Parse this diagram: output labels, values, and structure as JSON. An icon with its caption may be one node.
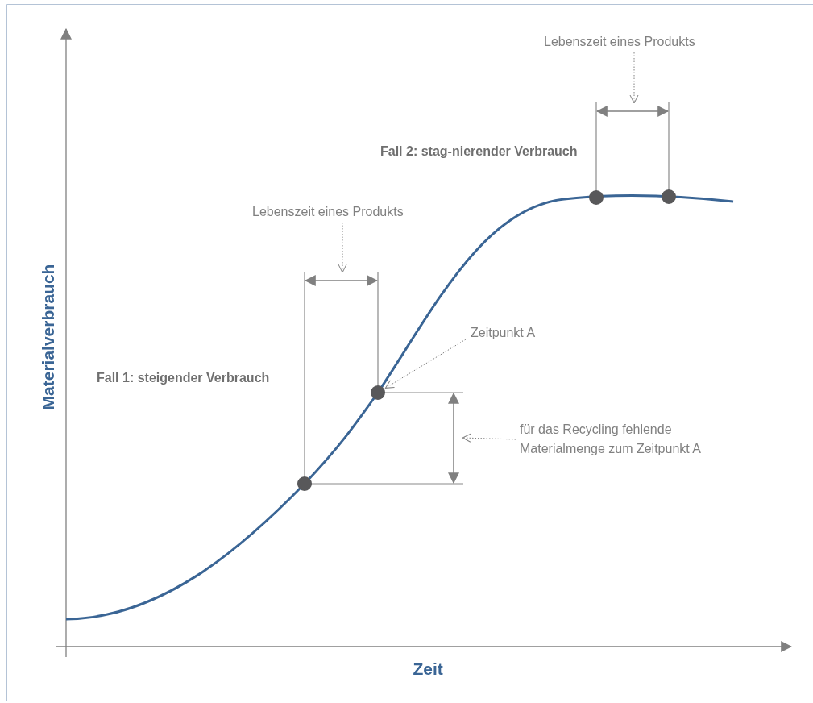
{
  "diagram": {
    "nodes": [
      {
        "text": [
          "Lebenszeit eines Produkts"
        ]
      },
      {
        "text": [
          "Lebenszeit eines Produkts"
        ]
      },
      {
        "text": [
          "Zeitpunkt A"
        ]
      },
      {
        "text": [
          "für das Recycling fehlende Materialmenge zum Zeitpunkt A"
        ]
      },
      {
        "text": [],
        "shape": "circle"
      },
      {
        "text": [],
        "shape": "circle"
      },
      {
        "text": [],
        "shape": "circle"
      },
      {
        "text": [],
        "shape": "circle"
      }
    ],
    "edges": [
      {
        "from": 0,
        "to": null,
        "arrow": "to",
        "style": "dashed"
      },
      {
        "from": 1,
        "to": null,
        "arrow": "to",
        "style": "dashed"
      },
      {
        "from": 2,
        "to": 5,
        "arrow": "to",
        "style": "dashed"
      },
      {
        "from": 3,
        "to": null,
        "arrow": "to",
        "style": "dashed"
      }
    ],
    "labels": [
      "Fall 2: stag-nierender Verbrauch",
      "Fall 1: steigender Verbrauch",
      "Materialverbrauch",
      "Zeit"
    ]
  }
}
